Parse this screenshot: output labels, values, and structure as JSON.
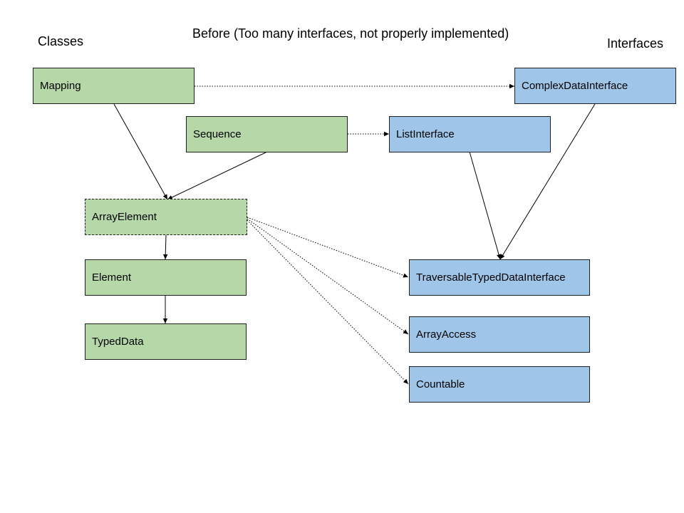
{
  "title": "Before (Too many interfaces, not properly implemented)",
  "headings": {
    "classes": "Classes",
    "interfaces": "Interfaces"
  },
  "classes": {
    "mapping": "Mapping",
    "sequence": "Sequence",
    "array_element": "ArrayElement",
    "element": "Element",
    "typed_data": "TypedData"
  },
  "interfaces": {
    "complex_data_interface": "ComplexDataInterface",
    "list_interface": "ListInterface",
    "traversable_typed_data_interface": "TraversableTypedDataInterface",
    "array_access": "ArrayAccess",
    "countable": "Countable"
  },
  "colors": {
    "class_fill": "#b6d7a8",
    "interface_fill": "#9fc5e8",
    "line": "#000000"
  },
  "relations": [
    {
      "from": "Mapping",
      "to": "ArrayElement",
      "style": "solid"
    },
    {
      "from": "Sequence",
      "to": "ArrayElement",
      "style": "solid"
    },
    {
      "from": "ArrayElement",
      "to": "Element",
      "style": "solid"
    },
    {
      "from": "Element",
      "to": "TypedData",
      "style": "solid"
    },
    {
      "from": "ListInterface",
      "to": "TraversableTypedDataInterface",
      "style": "solid"
    },
    {
      "from": "ComplexDataInterface",
      "to": "TraversableTypedDataInterface",
      "style": "solid"
    },
    {
      "from": "Mapping",
      "to": "ComplexDataInterface",
      "style": "dotted"
    },
    {
      "from": "Sequence",
      "to": "ListInterface",
      "style": "dotted"
    },
    {
      "from": "ArrayElement",
      "to": "TraversableTypedDataInterface",
      "style": "dotted"
    },
    {
      "from": "ArrayElement",
      "to": "ArrayAccess",
      "style": "dotted"
    },
    {
      "from": "ArrayElement",
      "to": "Countable",
      "style": "dotted"
    }
  ]
}
